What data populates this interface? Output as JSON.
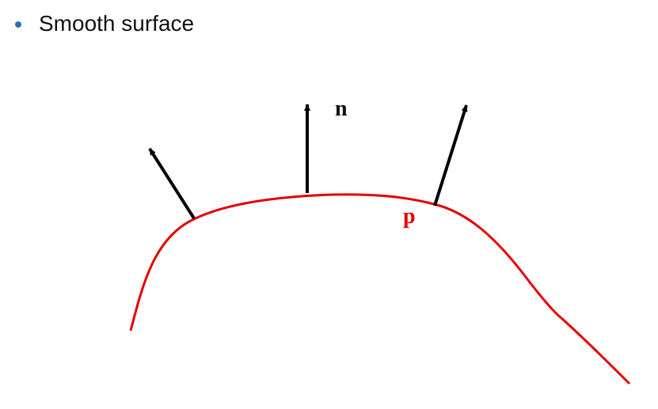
{
  "slide": {
    "bullet": "Smooth surface"
  },
  "diagram": {
    "normal_label": "n",
    "point_label": "p",
    "colors": {
      "curve": "#e30000",
      "arrows": "#000000",
      "bullet_dot": "#2f6fb3"
    }
  }
}
